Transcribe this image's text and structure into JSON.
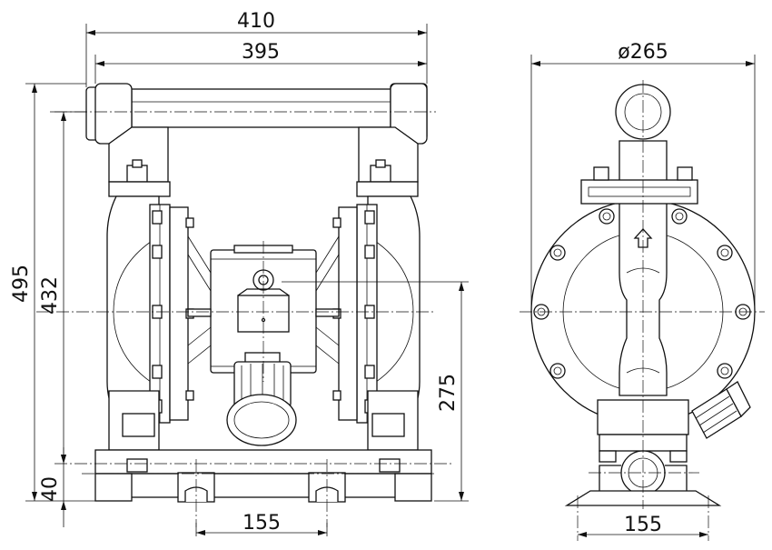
{
  "drawing": {
    "front_view": {
      "overall_width": "410",
      "port_width": "395",
      "overall_height": "495",
      "port_height": "432",
      "inlet_height": "275",
      "base_height": "40",
      "foot_spacing": "155"
    },
    "side_view": {
      "diameter": "ø265",
      "foot_spacing": "155"
    }
  }
}
